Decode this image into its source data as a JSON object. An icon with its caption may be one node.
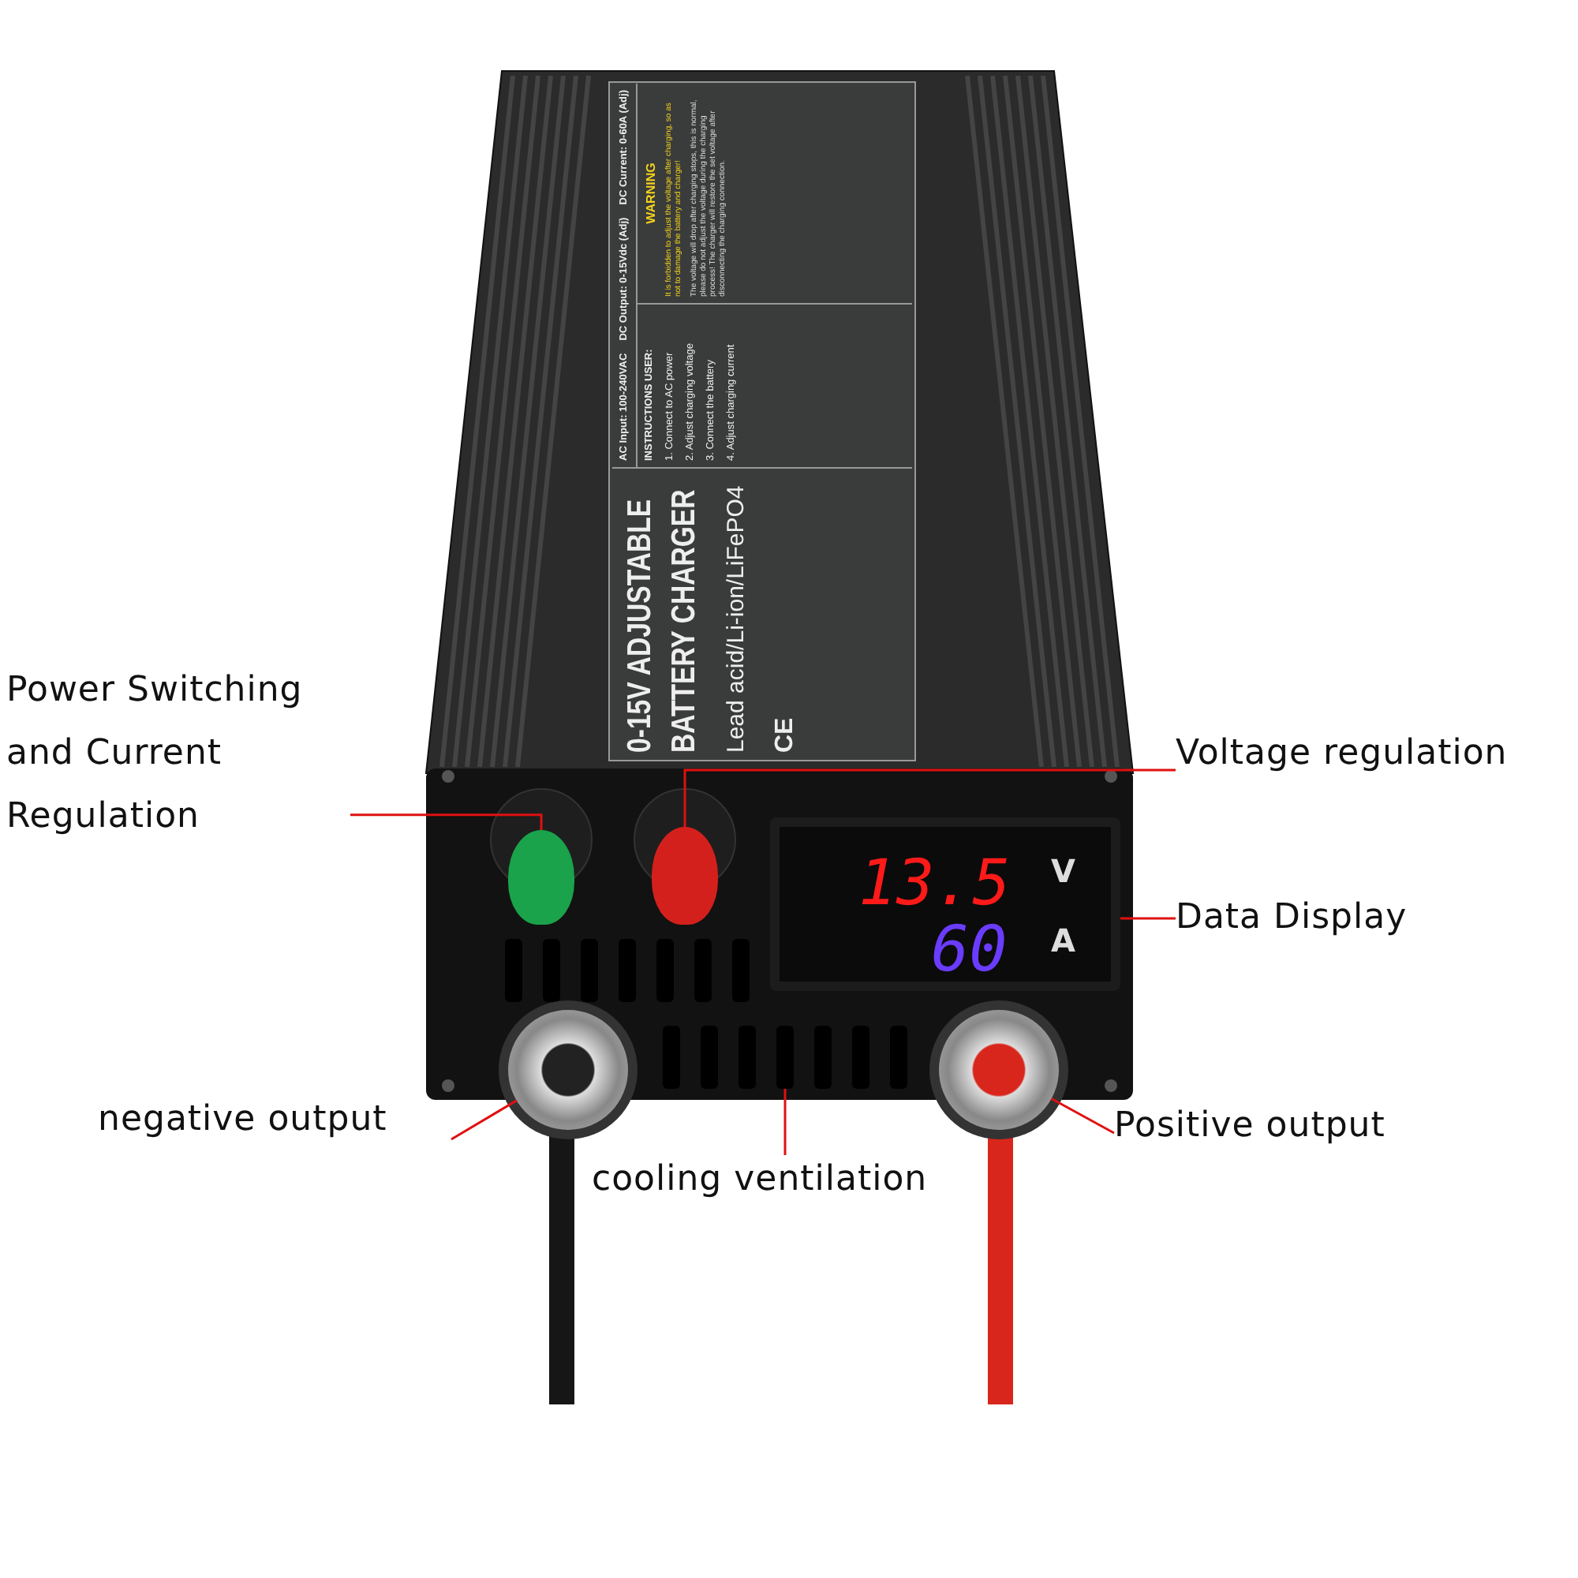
{
  "diagram": {
    "nodes": [
      {
        "text": [
          "Power Switching and Current Regulation"
        ]
      },
      {
        "text": [],
        "shape": "knob"
      },
      {
        "text": [
          "Voltage regulation"
        ]
      },
      {
        "text": [],
        "shape": "knob"
      },
      {
        "text": [
          "Data Display"
        ]
      },
      {
        "text": [
          "13.5",
          "V",
          "60",
          "A"
        ]
      },
      {
        "text": [
          "negative output"
        ]
      },
      {
        "text": [],
        "shape": "circle"
      },
      {
        "text": [
          "cooling ventilation"
        ]
      },
      {
        "text": [],
        "shape": "bar"
      },
      {
        "text": [
          "Positive output"
        ]
      },
      {
        "text": [],
        "shape": "circle"
      }
    ],
    "edges": [
      {
        "from": 0,
        "to": 1,
        "arrow": "none"
      },
      {
        "from": 2,
        "to": 3,
        "arrow": "none"
      },
      {
        "from": 4,
        "to": 5,
        "arrow": "none"
      },
      {
        "from": 6,
        "to": 7,
        "arrow": "none"
      },
      {
        "from": 8,
        "to": 9,
        "arrow": "none"
      },
      {
        "from": 10,
        "to": 11,
        "arrow": "none"
      }
    ],
    "labels": [
      "0-15V ADJUSTABLE",
      "BATTERY CHARGER",
      "Lead acid/Li-ion/LiFePO4",
      "CE",
      "AC Input: 100-240VAC",
      "DC Output: 0-15Vdc (Adj)",
      "DC Current: 0-60A (Adj)",
      "INSTRUCTIONS USER:",
      "1. Connect to AC power",
      "2. Adjust charging voltage",
      "3. Connect the battery",
      "4. Adjust charging current",
      "WARNING",
      "It is forbidden to adjust the voltage after charging, so as not to damage the battery and charger!",
      "The voltage will drop after charging stops, this is normal, please do not adjust the voltage during the charging process! The charger will restore the set voltage after disconnecting the charging connection."
    ]
  }
}
